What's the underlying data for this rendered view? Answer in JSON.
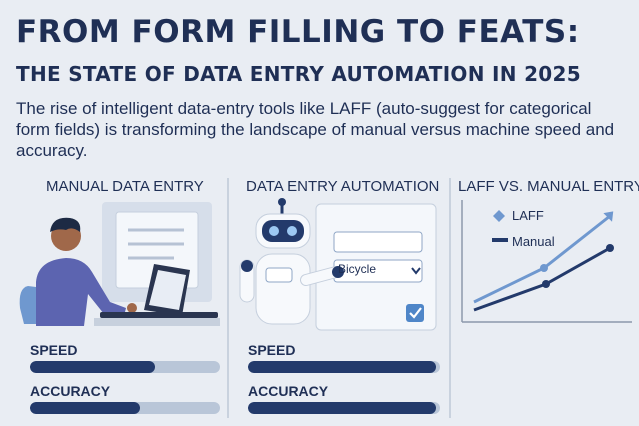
{
  "header": {
    "title": "FROM FORM FILLING TO FEATS:",
    "subtitle": "THE STATE OF DATA ENTRY AUTOMATION IN 2025",
    "intro": "The rise of intelligent data-entry tools like LAFF (auto-suggest for categorical form fields) is transforming the landscape of manual versus machine speed and accuracy."
  },
  "panels": {
    "manual": {
      "title": "MANUAL DATA ENTRY",
      "speed_label": "SPEED",
      "speed_level": 0.66,
      "accuracy_label": "ACCURACY",
      "accuracy_level": 0.58
    },
    "automation": {
      "title": "DATA ENTRY AUTOMATION",
      "dropdown_value": "Bicycle",
      "speed_label": "SPEED",
      "speed_level": 0.98,
      "accuracy_label": "ACCURACY",
      "accuracy_level": 0.98
    },
    "comparison": {
      "title": "LAFF VS. MANUAL ENTRY",
      "legend_laff": "LAFF",
      "legend_manual": "Manual"
    }
  },
  "colors": {
    "background": "#e9edf3",
    "navy": "#1f2f55",
    "bar_fill": "#233a6b",
    "bar_track": "#b9c6d8",
    "laff_line": "#6f98cf",
    "manual_line": "#233a6b"
  }
}
